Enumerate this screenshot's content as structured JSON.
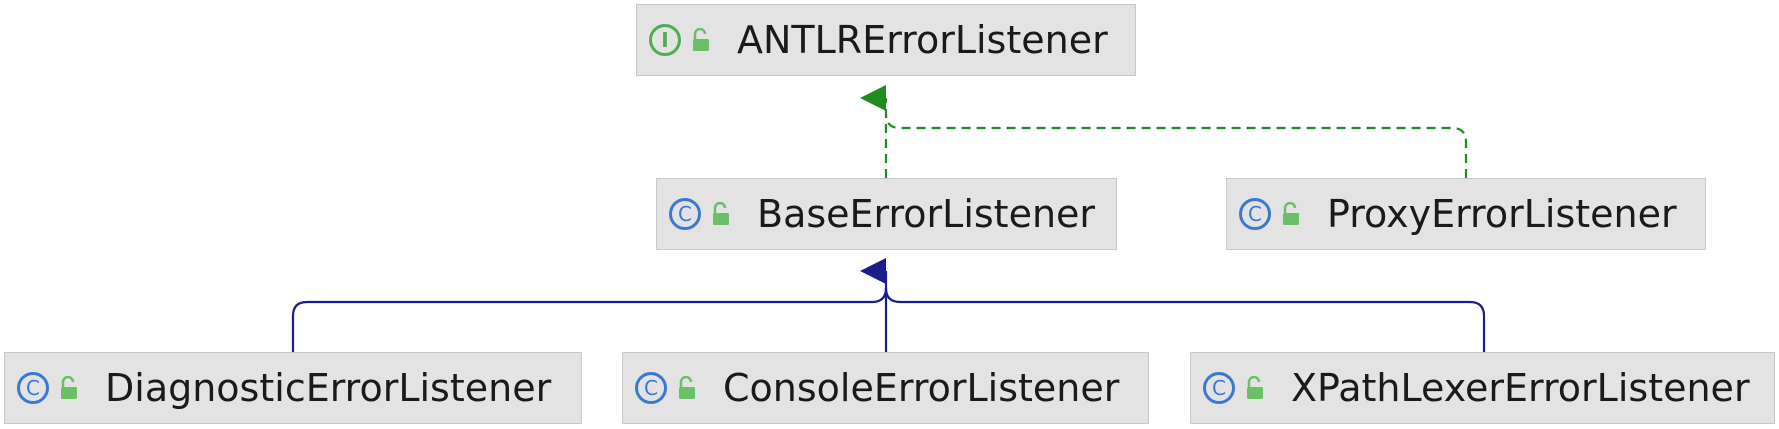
{
  "diagram": {
    "nodes": [
      {
        "id": "antlr",
        "label": "ANTLRErrorListener",
        "kind": "interface",
        "badge_glyph": "I",
        "icon": "interface-icon"
      },
      {
        "id": "base",
        "label": "BaseErrorListener",
        "kind": "class",
        "badge_glyph": "C",
        "icon": "class-icon"
      },
      {
        "id": "proxy",
        "label": "ProxyErrorListener",
        "kind": "class",
        "badge_glyph": "C",
        "icon": "class-icon"
      },
      {
        "id": "diagnostic",
        "label": "DiagnosticErrorListener",
        "kind": "class",
        "badge_glyph": "C",
        "icon": "class-icon"
      },
      {
        "id": "console",
        "label": "ConsoleErrorListener",
        "kind": "class",
        "badge_glyph": "C",
        "icon": "class-icon"
      },
      {
        "id": "xpath",
        "label": "XPathLexerErrorListener",
        "kind": "class",
        "badge_glyph": "C",
        "icon": "class-icon"
      }
    ],
    "edges": [
      {
        "from": "base",
        "to": "antlr",
        "relation": "implements"
      },
      {
        "from": "proxy",
        "to": "antlr",
        "relation": "implements"
      },
      {
        "from": "diagnostic",
        "to": "base",
        "relation": "extends"
      },
      {
        "from": "console",
        "to": "base",
        "relation": "extends"
      },
      {
        "from": "xpath",
        "to": "base",
        "relation": "extends"
      }
    ],
    "colors": {
      "implements": "#1f8a1f",
      "extends": "#1c1c8c",
      "interface_badge": "#4cae50",
      "class_badge": "#3a78d4",
      "lock": "#6bbf66",
      "node_fill": "#e3e3e3",
      "node_border": "#c9c9c9"
    },
    "visibility_icon": "unlocked-padlock-icon"
  }
}
